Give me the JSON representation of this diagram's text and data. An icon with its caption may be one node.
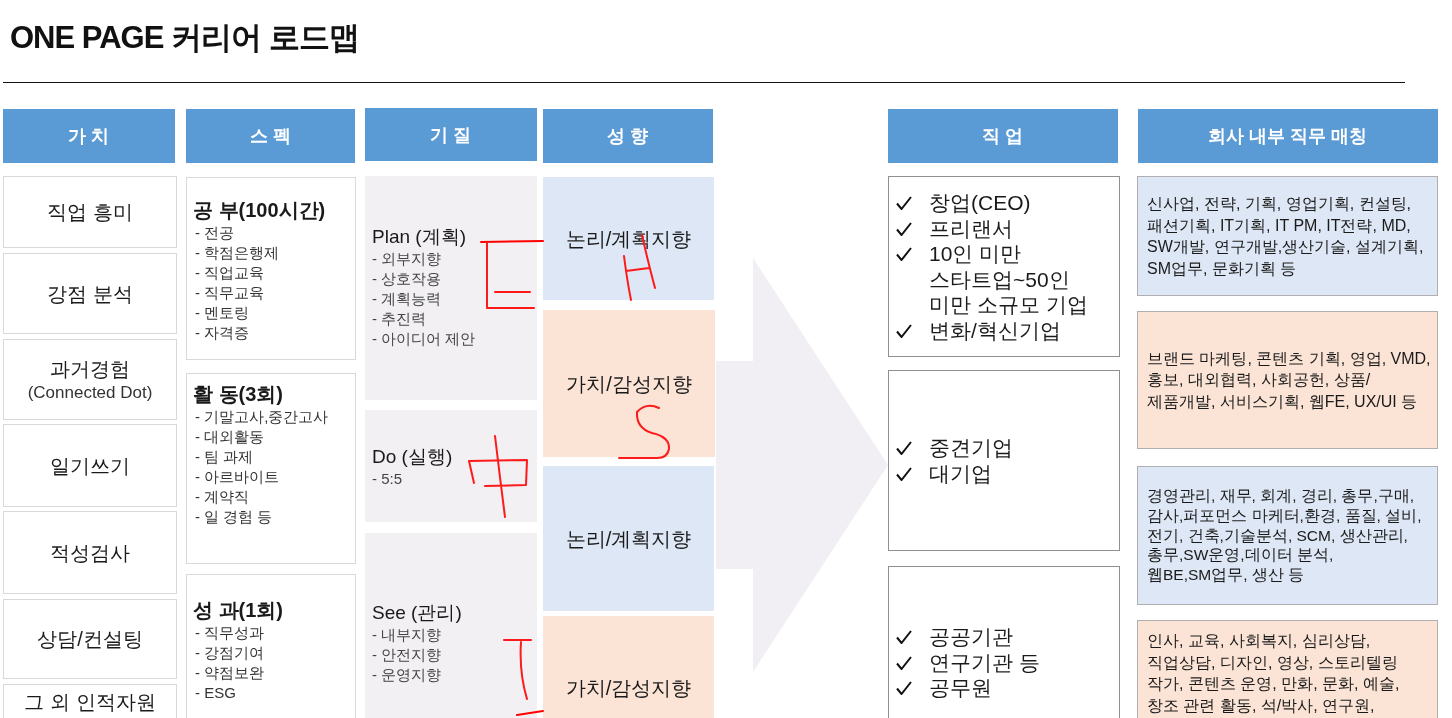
{
  "diagram": {
    "title": "ONE PAGE 커리어 로드맵",
    "nodes": [
      {
        "text": [
          "가 치"
        ]
      },
      {
        "text": [
          "직업 흥미"
        ]
      },
      {
        "text": [
          "강점 분석"
        ]
      },
      {
        "text": [
          "과거경험",
          "(Connected Dot)"
        ]
      },
      {
        "text": [
          "일기쓰기"
        ]
      },
      {
        "text": [
          "적성검사"
        ]
      },
      {
        "text": [
          "상담/컨설팅"
        ]
      },
      {
        "text": [
          "그 외 인적자원"
        ]
      },
      {
        "text": [
          "스 펙"
        ]
      },
      {
        "text": [
          "공 부(100시간)",
          "- 전공",
          "- 학점은행제",
          "- 직업교육",
          "- 직무교육",
          "- 멘토링",
          "- 자격증"
        ]
      },
      {
        "text": [
          "활 동(3회)",
          "- 기말고사,중간고사",
          "- 대외활동",
          "- 팀 과제",
          "- 아르바이트",
          "- 계약직",
          "- 일 경험 등"
        ]
      },
      {
        "text": [
          "성 과(1회)",
          "- 직무성과",
          "- 강점기여",
          "- 약점보완",
          "- ESG"
        ]
      },
      {
        "text": [
          "기 질"
        ]
      },
      {
        "text": [
          "Plan (계획)",
          "- 외부지향",
          "- 상호작용",
          "- 계획능력",
          "- 추진력",
          "- 아이디어 제안"
        ]
      },
      {
        "text": [
          "Do (실행)",
          "- 5:5"
        ]
      },
      {
        "text": [
          "See (관리)",
          "- 내부지향",
          "- 안전지향",
          "- 운영지향"
        ]
      },
      {
        "text": [
          "성 향"
        ]
      },
      {
        "text": [
          "논리/계획지향"
        ]
      },
      {
        "text": [
          "가치/감성지향"
        ]
      },
      {
        "text": [
          "논리/계획지향"
        ]
      },
      {
        "text": [
          "가치/감성지향"
        ]
      },
      {
        "text": [
          "직 업"
        ]
      },
      {
        "text": [
          "창업(CEO)",
          "프리랜서",
          "10인 미만 스타트업~50인 미만 소규모 기업",
          "변화/혁신기업"
        ]
      },
      {
        "text": [
          "중견기업",
          "대기업"
        ]
      },
      {
        "text": [
          "공공기관",
          "연구기관 등",
          "공무원"
        ]
      },
      {
        "text": [
          "회사 내부 직무 매칭"
        ]
      },
      {
        "text": [
          "신사업, 전략, 기획, 영업기획, 컨설팅, 패션기획, IT기획, IT PM, IT전략, MD, SW개발, 연구개발,생산기술, 설계기획, SM업무, 문화기획 등"
        ]
      },
      {
        "text": [
          "브랜드 마케팅, 콘텐츠 기획, 영업, VMD, 홍보, 대외협력, 사회공헌, 상품/제품개발, 서비스기획, 웹FE, UX/UI 등"
        ]
      },
      {
        "text": [
          "경영관리, 재무, 회계, 경리, 총무,구매, 감사,퍼포먼스 마케터,환경, 품질, 설비, 전기, 건축,기술분석, SCM, 생산관리,총무,SW운영,데이터 분석, 웹BE,SM업무, 생산 등"
        ]
      },
      {
        "text": [
          "인사, 교육, 사회복지, 심리상담, 직업상담, 디자인, 영상, 스토리텔링 작가, 콘텐츠 운영, 만화, 문화, 예술, 창조 관련 활동, 석/박사, 연구원,"
        ]
      }
    ],
    "edges": [
      {
        "from": null,
        "to": 23,
        "arrow": "to",
        "style": "thick"
      },
      {
        "from": 13,
        "to": 17,
        "arrow": "none",
        "color": "#ff0000"
      },
      {
        "from": 15,
        "to": 20,
        "arrow": "none",
        "color": "#ff0000"
      }
    ]
  }
}
